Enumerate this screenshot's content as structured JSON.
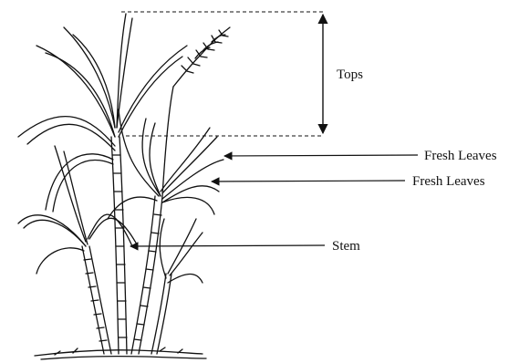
{
  "labels": {
    "tops": "Tops",
    "fresh_leaves_upper": "Fresh Leaves",
    "fresh_leaves_lower": "Fresh Leaves",
    "stem": "Stem"
  },
  "colors": {
    "ink": "#111111",
    "background": "#ffffff"
  }
}
